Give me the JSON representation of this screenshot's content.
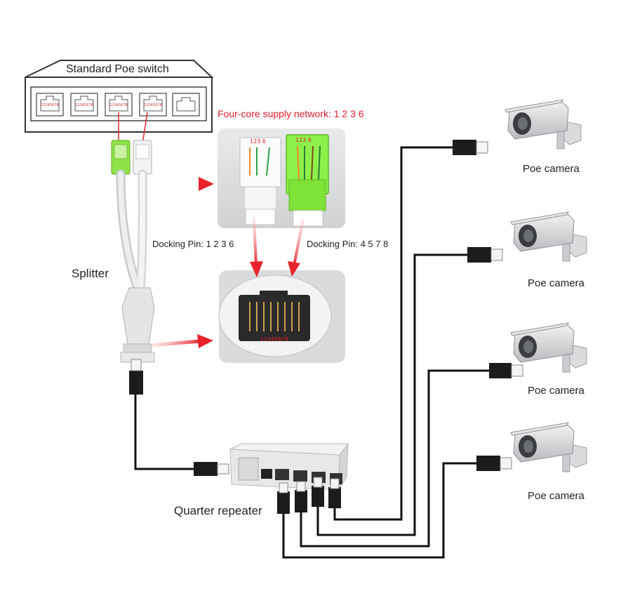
{
  "labels": {
    "switch_title": "Standard Poe switch",
    "supply_note": "Four-core supply network: 1 2 3 6",
    "docking_left": "Docking Pin: 1 2 3 6",
    "docking_right": "Docking Pin: 4 5 7 8",
    "splitter": "Splitter",
    "repeater": "Quarter repeater",
    "pins_left": "123   6",
    "pins_right": "123   6",
    "port_pins": "12345678"
  },
  "cameras": [
    {
      "label": "Poe camera"
    },
    {
      "label": "Poe camera"
    },
    {
      "label": "Poe camera"
    },
    {
      "label": "Poe camera"
    }
  ],
  "colors": {
    "arrow": "#e8232a",
    "cable": "#111111",
    "connector_green": "#7cdc3a",
    "red_note": "#e0202a"
  }
}
